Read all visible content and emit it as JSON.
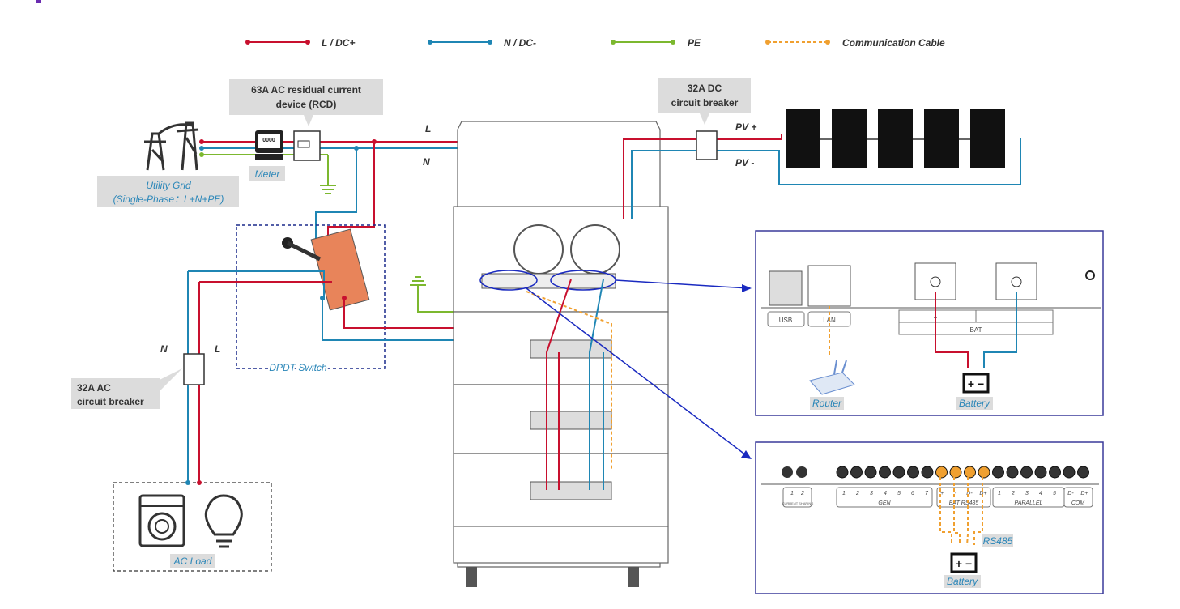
{
  "legend": [
    {
      "label": "L / DC+",
      "color": "#c8102e",
      "style": "solid"
    },
    {
      "label": "N / DC-",
      "color": "#1f86b4",
      "style": "solid"
    },
    {
      "label": "PE",
      "color": "#7cb82f",
      "style": "solid"
    },
    {
      "label": "Communication Cable",
      "color": "#f0a030",
      "style": "dashed"
    }
  ],
  "grid": {
    "title": "Utility Grid",
    "subtitle": "(Single-Phase：L+N+PE)"
  },
  "meter": {
    "label": "Meter",
    "display": "0000"
  },
  "rcd": {
    "line1": "63A AC residual current",
    "line2": "device (RCD)"
  },
  "ac_line_labels": {
    "l": "L",
    "n": "N"
  },
  "dpdt": {
    "label": "DPDT Switch"
  },
  "ac_breaker": {
    "line1": "32A AC",
    "line2": "circuit breaker",
    "n": "N",
    "l": "L"
  },
  "ac_load": {
    "label": "AC Load"
  },
  "dc_breaker": {
    "line1": "32A DC",
    "line2": "circuit breaker"
  },
  "pv": {
    "plus": "PV +",
    "minus": "PV -",
    "panel_count": 5
  },
  "panel_top": {
    "usb": "USB",
    "lan": "LAN",
    "bat": "BAT",
    "bat_plus": "+",
    "bat_minus": "-",
    "router": "Router",
    "battery": "Battery"
  },
  "panel_bottom": {
    "current_sharing_pins": [
      "1",
      "2"
    ],
    "current_sharing": "CURRENT SHARING",
    "gen_pins": [
      "1",
      "2",
      "3",
      "4",
      "5",
      "6",
      "7"
    ],
    "gen": "GEN",
    "bat_pins": [
      "+",
      "-",
      "D-",
      "D+"
    ],
    "bat_rs485": "BAT RS485",
    "parallel_pins": [
      "1",
      "2",
      "3",
      "4",
      "5"
    ],
    "parallel": "PARALLEL",
    "com_pins": [
      "D-",
      "D+"
    ],
    "com": "COM",
    "rs485": "RS485",
    "battery": "Battery"
  }
}
